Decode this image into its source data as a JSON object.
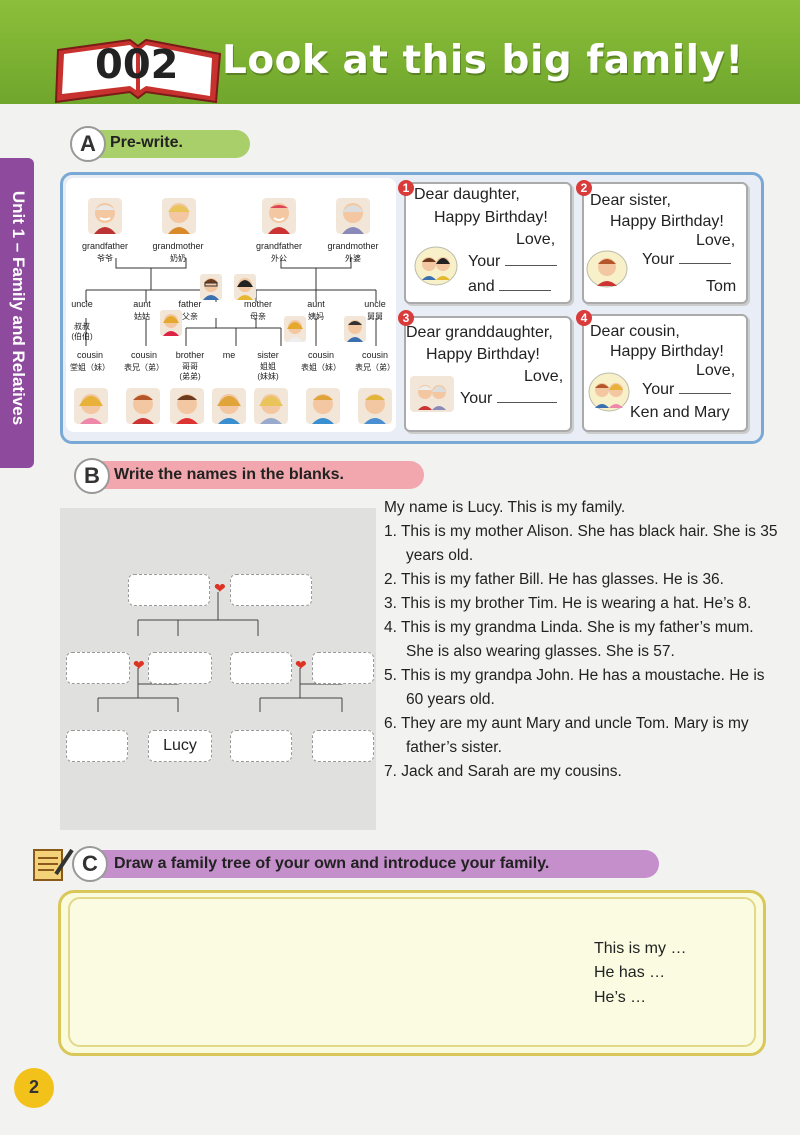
{
  "header": {
    "number": "002",
    "title": "Look at this big family!"
  },
  "side_tab": "Unit 1 – Family and Relatives",
  "colors": {
    "banner": "#7db233",
    "side_tab": "#8e4b9e",
    "section_a": "#8bc34a",
    "section_b": "#f2a7ae",
    "section_c": "#c58fcc",
    "frame_a": "#7aa9d6",
    "frame_c": "#d9c75a"
  },
  "section_a": {
    "letter": "A",
    "label": "Pre-write.",
    "tree": {
      "top": [
        {
          "en": "grandfather",
          "cn": "爷爷"
        },
        {
          "en": "grandmother",
          "cn": "奶奶"
        },
        {
          "en": "grandfather",
          "cn": "外公"
        },
        {
          "en": "grandmother",
          "cn": "外婆"
        }
      ],
      "middle": [
        {
          "en": "uncle",
          "cn": "叔叔\n(伯伯)"
        },
        {
          "en": "aunt",
          "cn": "姑姑"
        },
        {
          "en": "father",
          "cn": "父亲"
        },
        {
          "en": "mother",
          "cn": "母亲"
        },
        {
          "en": "aunt",
          "cn": "姨妈"
        },
        {
          "en": "uncle",
          "cn": "舅舅"
        }
      ],
      "bottom": [
        {
          "en": "cousin",
          "cn": "堂姐（妹）"
        },
        {
          "en": "cousin",
          "cn": "表兄（弟）"
        },
        {
          "en": "brother",
          "cn": "哥哥\n(弟弟)"
        },
        {
          "en": "me",
          "cn": ""
        },
        {
          "en": "sister",
          "cn": "姐姐\n(妹妹)"
        },
        {
          "en": "cousin",
          "cn": "表姐（妹）"
        },
        {
          "en": "cousin",
          "cn": "表兄（弟）"
        }
      ]
    },
    "cards": [
      {
        "num": "1",
        "greeting": "Dear daughter,",
        "line2": "Happy Birthday!",
        "love": "Love,",
        "your": "Your",
        "extra": "and"
      },
      {
        "num": "2",
        "greeting": "Dear sister,",
        "line2": "Happy Birthday!",
        "love": "Love,",
        "your": "Your",
        "sign": "Tom"
      },
      {
        "num": "3",
        "greeting": "Dear granddaughter,",
        "line2": "Happy Birthday!",
        "love": "Love,",
        "your": "Your"
      },
      {
        "num": "4",
        "greeting": "Dear cousin,",
        "line2": "Happy Birthday!",
        "love": "Love,",
        "your": "Your",
        "sign": "Ken and Mary"
      }
    ]
  },
  "section_b": {
    "letter": "B",
    "label": "Write the names in the blanks.",
    "given_name": "Lucy",
    "intro": "My name is Lucy. This is my family.",
    "items": [
      "1. This is my mother Alison. She has black hair. She is 35 years old.",
      "2. This is my father Bill. He has glasses. He is 36.",
      "3. This is my brother Tim. He is wearing a hat. He’s 8.",
      "4. This is my grandma Linda. She is my father’s mum. She is also wearing glasses. She is 57.",
      "5. This is my grandpa John. He has a moustache. He is 60 years old.",
      "6. They are my aunt Mary and uncle Tom. Mary is my father’s sister.",
      "7. Jack and Sarah are my cousins."
    ]
  },
  "section_c": {
    "letter": "C",
    "label": "Draw a family tree of your own and introduce your family.",
    "prompts": [
      "This is my …",
      "He has …",
      "He’s …"
    ]
  },
  "page_number": "2"
}
